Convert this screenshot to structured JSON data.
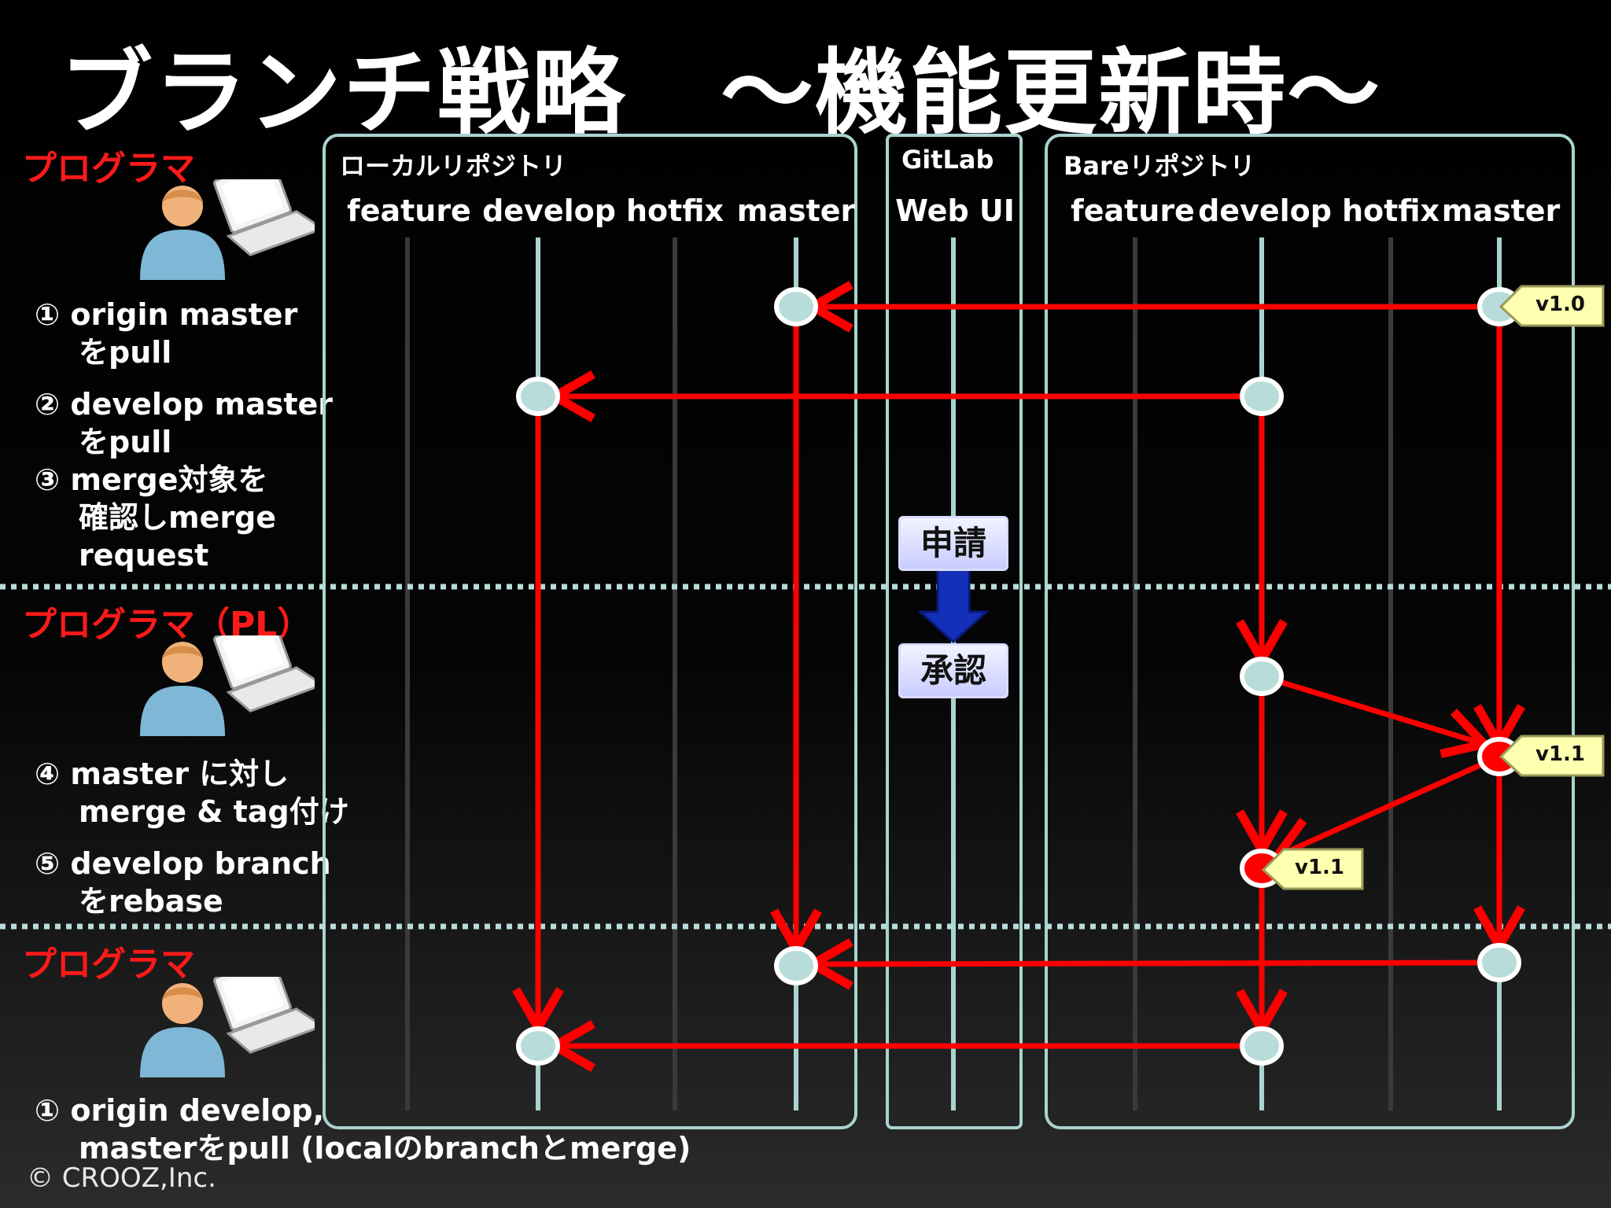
{
  "title": "ブランチ戦略　～機能更新時～",
  "roles": {
    "programmer_1": "プログラマ",
    "programmer_pl": "プログラマ（PL）",
    "programmer_2": "プログラマ"
  },
  "steps": {
    "s1_a": "① origin master",
    "s1_b": "をpull",
    "s2_a": "② develop master",
    "s2_b": "をpull",
    "s3_a": "③ merge対象を",
    "s3_b": "確認しmerge",
    "s3_c": "request",
    "s4_a": "④ master に対し",
    "s4_b": "merge & tag付け",
    "s5_a": "⑤ develop branch",
    "s5_b": "をrebase",
    "s6_a": "① origin develop,",
    "s6_b": "masterをpull (localのbranchとmerge)"
  },
  "local_repo": {
    "label": "ローカルリポジトリ",
    "columns": [
      "feature",
      "develop",
      "hotfix",
      "master"
    ]
  },
  "gitlab": {
    "label": "GitLab",
    "column": "Web UI",
    "request_button": "申請",
    "approve_button": "承認"
  },
  "bare_repo": {
    "label": "Bareリポジトリ",
    "columns": [
      "feature",
      "develop",
      "hotfix",
      "master"
    ]
  },
  "tags": {
    "master_v10": "v1.0",
    "master_v11": "v1.1",
    "develop_v11": "v1.1"
  },
  "colors": {
    "arrow": "#ff0000",
    "role_text": "#ff1a1a",
    "box_border": "#a9d4cf",
    "commit_fill": "#b8dcd9",
    "tag_fill": "#ffffb0"
  },
  "copyright": "© CROOZ,Inc."
}
